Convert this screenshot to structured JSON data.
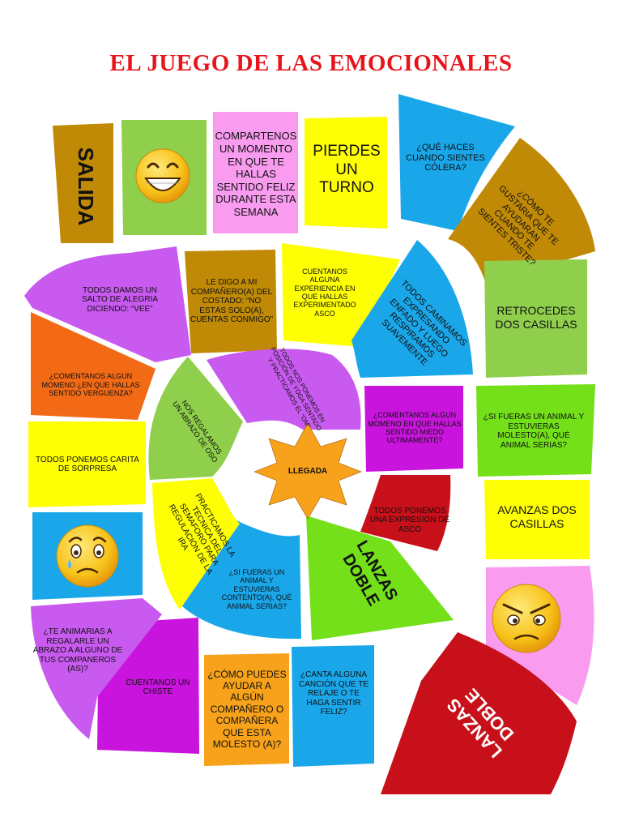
{
  "title": "EL JUEGO DE LAS EMOCIONALES",
  "center_label": "LLEGADA",
  "colors": {
    "title": "#e8141b",
    "brown": "#c08a06",
    "green": "#8fcf4c",
    "pink": "#f99cf0",
    "yellow": "#fefe05",
    "blue": "#1aa7ea",
    "purple": "#c85af0",
    "orange": "#f26a16",
    "magenta": "#c814dc",
    "red": "#c8101a",
    "lime": "#73e01a",
    "star": "#f7a21a"
  },
  "squares": {
    "salida": "SALIDA",
    "compartenos": "COMPARTENOS UN MOMENTO EN QUE TE HALLAS SENTIDO FELIZ DURANTE ESTA SEMANA",
    "pierdes": "PIERDES UN TURNO",
    "que_haces": "¿QUÉ HACES CUANDO SIENTES CÓLERA?",
    "como_te": "¿CÓMO TE GUSTARIA QUE TE AYUDARAN CUANDO TE SIENTES TRISTE?",
    "retrocedes": "RETROCEDES DOS CASILLAS",
    "si_fueras_molesto": "¿SI FUERAS UN ANIMAL Y ESTUVIERAS MOLESTO(A), QUÉ ANIMAL SERIAS?",
    "avanzas": "AVANZAS DOS CASILLAS",
    "lanzas_doble_2": "LANZAS DOBLE",
    "canta": "¿CANTA ALGUNA CANCIÓN QUE TE RELAJE O TE HAGA SENTIR FELIZ?",
    "como_puedes": "¿CÓMO PUEDES AYUDAR A ALGÚN COMPAÑERO O COMPAÑERA QUE ESTA MOLESTO (A)?",
    "cuentanos_chiste": "CUENTANOS UN CHISTE",
    "te_animarias": "¿TE ANIMARIAS A REGALARLE UN ABRAZO A ALGUNO DE TUS COMPANEROS (AS)?",
    "todos_ponemos_sorpresa": "TODOS PONEMOS CARITA DE SORPRESA",
    "comentanos_verguenza": "¿COMENTANOS ALGUN MOMENO ¿EN QUE HALLAS SENTIDO VERGUENZA?",
    "todos_damos": "TODOS DAMOS UN SALTO DE ALEGRIA DICIENDO: “VEE”",
    "le_digo": "LE DIGO A MI COMPAÑERO(A) DEL COSTADO: “NO ESTÁS SOLO(A), CUENTAS CONMIGO”",
    "cuentanos_asco": "CUENTANOS ALGUNA EXPERIENCIA EN QUE HALLAS EXPERIMENTADO ASCO",
    "todos_caminamos": "TODOS CAMINAMOS EXPRESANDO ENFADO Y LUEGO RESPIRAMOS SUAVEMENTE",
    "comentanos_miedo": "¿COMENTANOS ALGUN MOMENO EN QUE HALLAS SENTIDO MIEDO ULTIMAMENTE?",
    "todos_ponemos_asco": "TODOS PONEMOS UNA EXPRESION DE ASCO",
    "lanzas_doble_1": "LANZAS DOBLE",
    "si_fueras_contento": "¿SI FUERAS UN ANIMAL Y ESTUVIERAS CONTENTO(A), QUÉ ANIMAL SERIAS?",
    "practicamos": "PRACTICAMOS LA TECNICA DEL SEMAFORO PARA REGULACIÓN DE LA IRA",
    "nos_regalamos": "NOS REGALAMOS UN ABRAZO DE OSO",
    "todos_nos_ponemos": "TODOS NOS PONEMOS EN POSICIÓN DE YOGA SENTADO Y PRACTICAMOS EL “OM”"
  },
  "icons": {
    "happy": "happy-face-icon",
    "sad": "sad-face-icon",
    "angry": "angry-face-icon"
  }
}
